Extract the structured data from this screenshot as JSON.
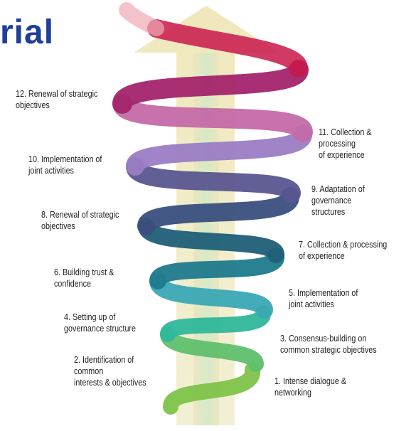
{
  "title": "rial",
  "stages": [
    {
      "label": "1. Intense dialogue &\nnetworking",
      "color": "#7ec34a"
    },
    {
      "label": "2. Identification of\ncommon\ninterests & objectives",
      "color": "#5fc06b"
    },
    {
      "label": "3. Consensus-building on\ncommon strategic objectives",
      "color": "#2fb79a"
    },
    {
      "label": "4. Setting up of\ngovernance structure",
      "color": "#3aa8b4"
    },
    {
      "label": "5. Implementation of\njoint activities",
      "color": "#1d7a8c"
    },
    {
      "label": "6. Building trust &\nconfidence",
      "color": "#1f5f78"
    },
    {
      "label": "7. Collection & processing\nof experience",
      "color": "#3a4f80"
    },
    {
      "label": "8. Renewal of strategic\nobjectives",
      "color": "#5a5690"
    },
    {
      "label": "9. Adaptation of governance\nstructures",
      "color": "#9b7dc4"
    },
    {
      "label": "10. Implementation of\njoint activities",
      "color": "#c46aa8"
    },
    {
      "label": "11. Collection & processing\nof experience",
      "color": "#a3246c"
    },
    {
      "label": "12. Renewal of strategic\nobjectives",
      "color": "#c8184a"
    }
  ]
}
